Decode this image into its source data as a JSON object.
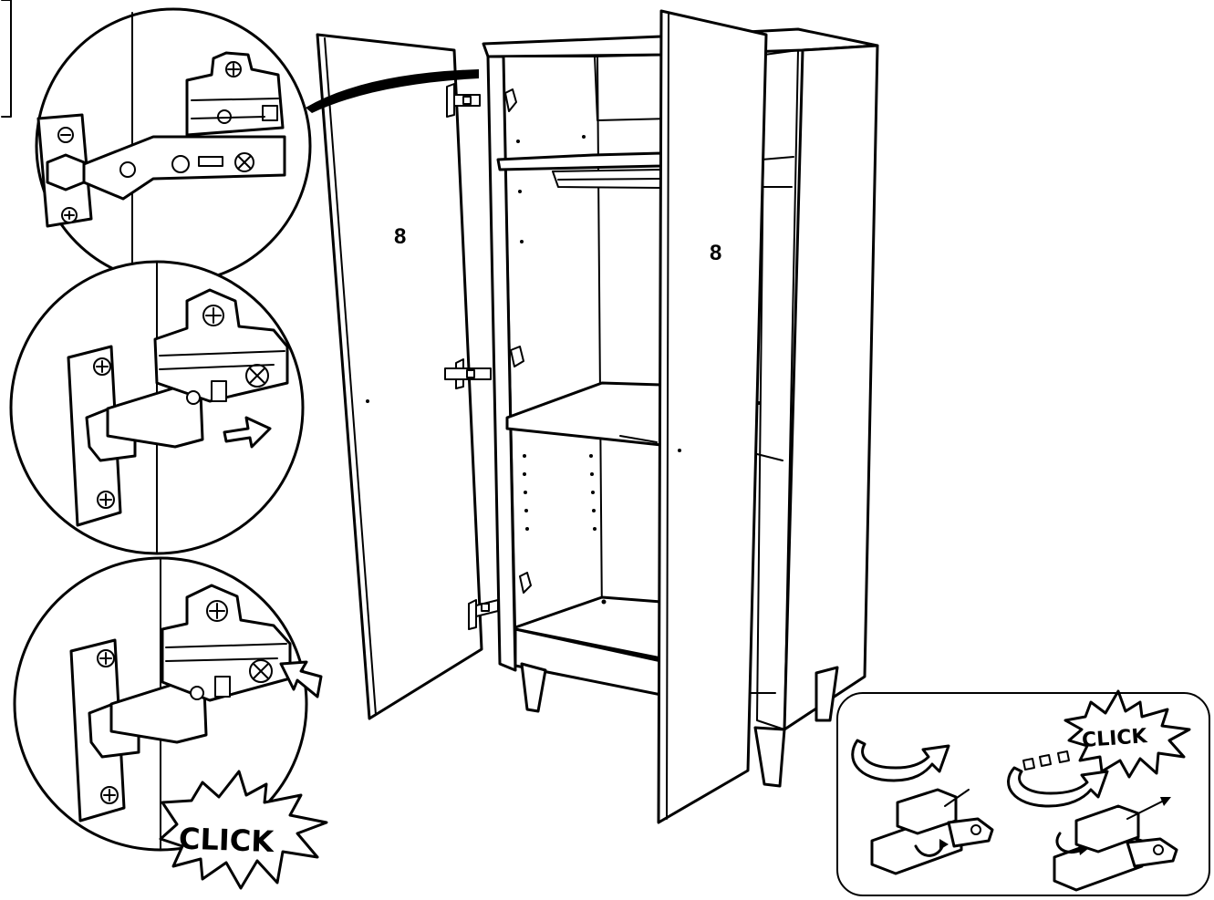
{
  "panel_labels": {
    "left_door": "8",
    "right_door": "8"
  },
  "callouts": {
    "click_main": "CLICK",
    "click_inset": "CLICK"
  }
}
